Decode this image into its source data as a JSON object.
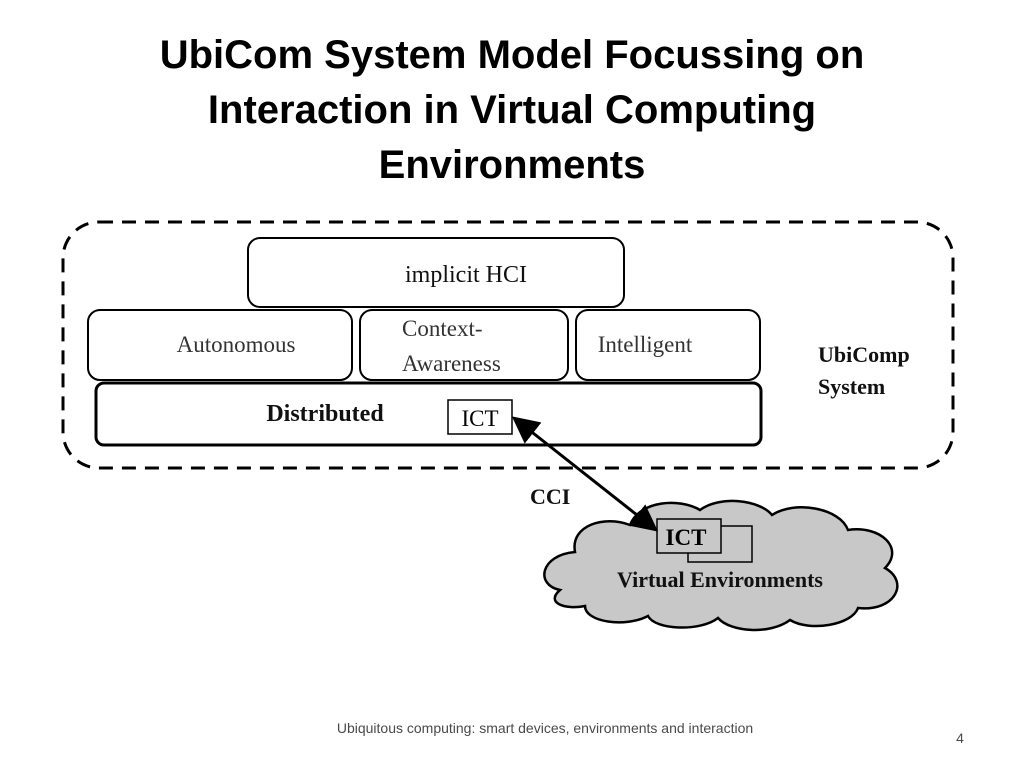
{
  "slide": {
    "title": "UbiCom System Model Focussing on\nInteraction in Virtual Computing\nEnvironments",
    "footer": "Ubiquitous computing: smart devices, environments and interaction",
    "page_number": "4"
  },
  "diagram": {
    "layer_top": "implicit HCI",
    "layer_middle": [
      "Autonomous",
      "Context-",
      "Awareness",
      "Intelligent"
    ],
    "layer_base": "Distributed",
    "ict_local": "ICT",
    "system_label_line1": "UbiComp",
    "system_label_line2": "System",
    "link_label": "CCI",
    "ict_virtual": "ICT",
    "cloud_label": "Virtual Environments"
  }
}
